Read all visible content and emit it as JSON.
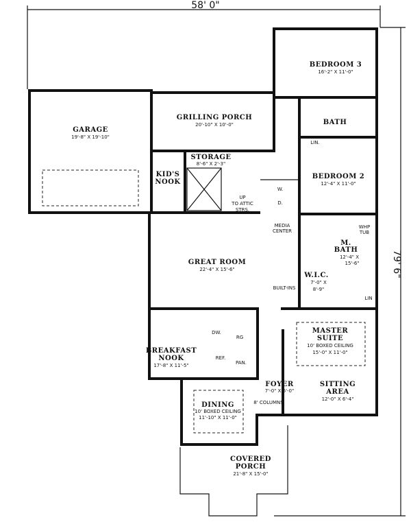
{
  "overall_width": "58' 0\"",
  "overall_depth": "79' 6\"",
  "rooms": {
    "garage": {
      "name": "GARAGE",
      "size": "19'-8\" X 19'-10\""
    },
    "grilling_porch": {
      "name": "GRILLING PORCH",
      "size": "20'-10\" X 10'-0\""
    },
    "bedroom3": {
      "name": "BEDROOM 3",
      "size": "16'-2\" X 11'-0\""
    },
    "bath": {
      "name": "BATH"
    },
    "lin": {
      "name": "LIN."
    },
    "storage": {
      "name": "STORAGE",
      "size": "8'-6\" X 2'-3\""
    },
    "kids_nook": {
      "name1": "KID'S",
      "name2": "NOOK"
    },
    "bedroom2": {
      "name": "BEDROOM 2",
      "size": "12'-4\" X 11'-0\""
    },
    "great_room": {
      "name": "GREAT ROOM",
      "size": "22'-4\" X 15'-6\""
    },
    "master_bath": {
      "name1": "M.",
      "name2": "BATH",
      "size1": "12'-4\" X",
      "size2": "15'-6\""
    },
    "wic": {
      "name": "W.I.C.",
      "size1": "7'-0\" X",
      "size2": "8'-9\""
    },
    "master_suite": {
      "name1": "MASTER",
      "name2": "SUITE",
      "ceiling": "10' BOXED CEILING",
      "size": "15'-0\" X 11'-0\""
    },
    "breakfast_nook": {
      "name1": "BREAKFAST",
      "name2": "NOOK",
      "size": "17'-8\" X 11'-5\""
    },
    "dining": {
      "name": "DINING",
      "ceiling": "10' BOXED CEILING",
      "size": "11'-10\" X 11'-0\""
    },
    "foyer": {
      "name": "FOYER",
      "size": "7'-0\" X 6'-0\""
    },
    "sitting_area": {
      "name1": "SITTING",
      "name2": "AREA",
      "size": "12'-0\" X 6'-4\""
    },
    "covered_porch": {
      "name1": "COVERED",
      "name2": "PORCH",
      "size": "21'-8\" X 15'-0\""
    }
  },
  "notes": {
    "up_attic1": "UP",
    "up_attic2": "TO ATTIC",
    "up_attic3": "STRS.",
    "washer": "W.",
    "dryer": "D.",
    "media1": "MEDIA",
    "media2": "CENTER",
    "builtins": "BUILT-INS",
    "whp1": "WHP",
    "whp2": "TUB",
    "lin2": "LIN",
    "dw": "DW.",
    "rg": "RG",
    "ref": "REF.",
    "pan": "PAN.",
    "columns": "8' COLUMNS"
  }
}
